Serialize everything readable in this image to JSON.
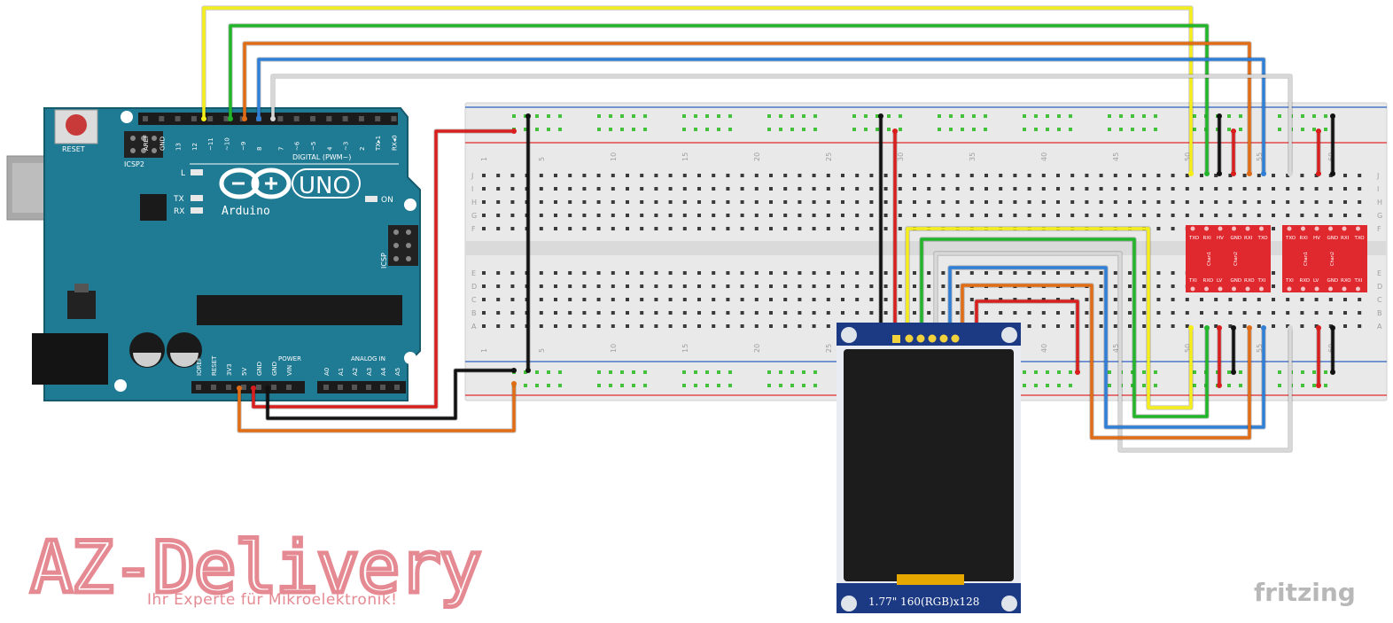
{
  "colors": {
    "board": "#1f7a93",
    "board_dark": "#155a6d",
    "breadboard": "#e9e9e9",
    "rail_red": "#e44b4b",
    "rail_blue": "#4a79c9",
    "hole_green": "#43c13a",
    "wire_yellow": "#f4ee1a",
    "wire_green": "#22b52a",
    "wire_orange": "#e06d16",
    "wire_blue": "#2f7fd6",
    "wire_white": "#d8d8d8",
    "wire_red": "#d91e1e",
    "wire_black": "#111111",
    "level_shifter": "#e0282f",
    "tft_pcb": "#1c3a84",
    "brand_pink": "#e58a92"
  },
  "arduino": {
    "brand": "Arduino",
    "model": "UNO",
    "reset_label": "RESET",
    "icsp2_label": "ICSP2",
    "icsp_label": "ICSP",
    "led_l": "L",
    "led_tx": "TX",
    "led_rx": "RX",
    "led_on": "ON",
    "digital_label": "DIGITAL (PWM~)",
    "power_label": "POWER",
    "analog_label": "ANALOG IN",
    "digital_pins": [
      "AREF",
      "GND",
      "13",
      "12",
      "~11",
      "~10",
      "~9",
      "8",
      "7",
      "~6",
      "~5",
      "4",
      "~3",
      "2",
      "TX▸1",
      "RX◂0"
    ],
    "power_pins": [
      "IOREF",
      "RESET",
      "3V3",
      "5V",
      "GND",
      "GND",
      "VIN"
    ],
    "analog_pins": [
      "A0",
      "A1",
      "A2",
      "A3",
      "A4",
      "A5"
    ]
  },
  "breadboard": {
    "row_letters_top": [
      "J",
      "I",
      "H",
      "G",
      "F"
    ],
    "row_letters_bottom": [
      "E",
      "D",
      "C",
      "B",
      "A"
    ],
    "column_numbers": [
      "1",
      "5",
      "10",
      "15",
      "20",
      "25",
      "30",
      "35",
      "40",
      "45",
      "50",
      "55",
      "60"
    ]
  },
  "level_shifter": {
    "top_labels": [
      "TXO",
      "RXI",
      "HV",
      "GND",
      "RXI",
      "TXO"
    ],
    "bottom_labels": [
      "TXI",
      "RXO",
      "LV",
      "GND",
      "RXO",
      "TXI"
    ],
    "channel_labels": [
      "Chan1",
      "Chan2"
    ]
  },
  "tft": {
    "caption": "1.77\" 160(RGB)x128"
  },
  "branding": {
    "logo": "AZ-Delivery",
    "tagline": "Ihr Experte für Mikroelektronik!",
    "fritzing": "fritzing"
  }
}
